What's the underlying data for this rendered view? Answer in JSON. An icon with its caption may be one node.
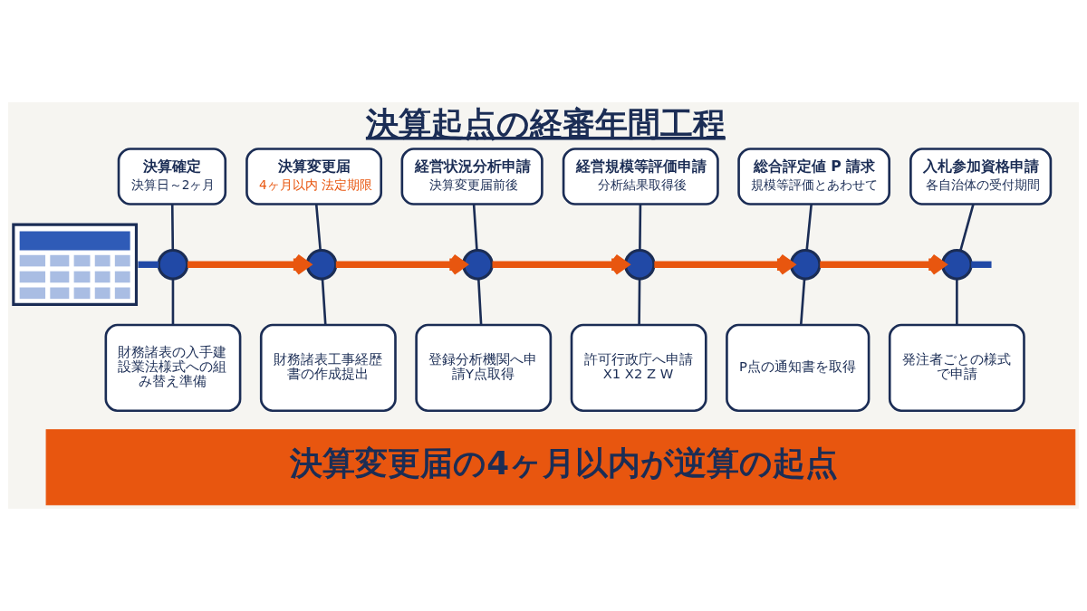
{
  "diagram": {
    "title": "決算起点の経審年間工程",
    "nodes": [
      {
        "text": [
          "決算確定",
          "決算日～2ヶ月"
        ]
      },
      {
        "text": [
          "決算変更届",
          "4ヶ月以内 法定期限"
        ]
      },
      {
        "text": [
          "経営状況分析申請",
          "決算変更届前後"
        ]
      },
      {
        "text": [
          "経営規模等評価申請",
          "分析結果取得後"
        ]
      },
      {
        "text": [
          "総合評定値 P 請求",
          "規模等評価とあわせて"
        ]
      },
      {
        "text": [
          "入札参加資格申請",
          "各自治体の受付期間"
        ]
      },
      {
        "text": [],
        "shape": "picture"
      },
      {
        "text": [],
        "shape": "circle"
      },
      {
        "text": [],
        "shape": "circle"
      },
      {
        "text": [],
        "shape": "circle"
      },
      {
        "text": [],
        "shape": "circle"
      },
      {
        "text": [],
        "shape": "circle"
      },
      {
        "text": [],
        "shape": "circle"
      },
      {
        "text": [
          "財務諸表の入手建設業法様式への組み替え準備"
        ]
      },
      {
        "text": [
          "財務諸表工事経歴書の作成提出"
        ]
      },
      {
        "text": [
          "登録分析機関へ申請Y点取得"
        ]
      },
      {
        "text": [
          "許可行政庁へ申請X1 X2 Z W"
        ]
      },
      {
        "text": [
          "P点の通知書を取得"
        ]
      },
      {
        "text": [
          "発注者ごとの様式で申請"
        ]
      },
      {
        "text": [
          "決算変更届の4ヶ月以内が逆算の起点"
        ]
      }
    ],
    "edges": [
      {
        "from": 6,
        "to": 7,
        "arrow": "none",
        "style": "thick",
        "color": "#2149a6"
      },
      {
        "from": 7,
        "to": 8,
        "arrow": "to",
        "style": "thick",
        "color": "#e8560f"
      },
      {
        "from": 8,
        "to": 9,
        "arrow": "to",
        "style": "thick",
        "color": "#e8560f"
      },
      {
        "from": 9,
        "to": 10,
        "arrow": "to",
        "style": "thick",
        "color": "#e8560f"
      },
      {
        "from": 10,
        "to": 11,
        "arrow": "to",
        "style": "thick",
        "color": "#e8560f"
      },
      {
        "from": 11,
        "to": 12,
        "arrow": "to",
        "style": "thick",
        "color": "#e8560f"
      },
      {
        "from": 12,
        "to": null,
        "arrow": "none",
        "style": "thick",
        "color": "#2149a6"
      },
      {
        "from": 0,
        "to": 7,
        "arrow": "none"
      },
      {
        "from": 1,
        "to": 8,
        "arrow": "none"
      },
      {
        "from": 2,
        "to": 9,
        "arrow": "none"
      },
      {
        "from": 3,
        "to": 10,
        "arrow": "none"
      },
      {
        "from": 4,
        "to": 11,
        "arrow": "none"
      },
      {
        "from": 5,
        "to": 12,
        "arrow": "none"
      },
      {
        "from": 7,
        "to": 13,
        "arrow": "none"
      },
      {
        "from": 8,
        "to": 14,
        "arrow": "none"
      },
      {
        "from": 9,
        "to": 15,
        "arrow": "none"
      },
      {
        "from": 10,
        "to": 16,
        "arrow": "none"
      },
      {
        "from": 11,
        "to": 17,
        "arrow": "none"
      },
      {
        "from": 12,
        "to": 18,
        "arrow": "none"
      }
    ]
  }
}
